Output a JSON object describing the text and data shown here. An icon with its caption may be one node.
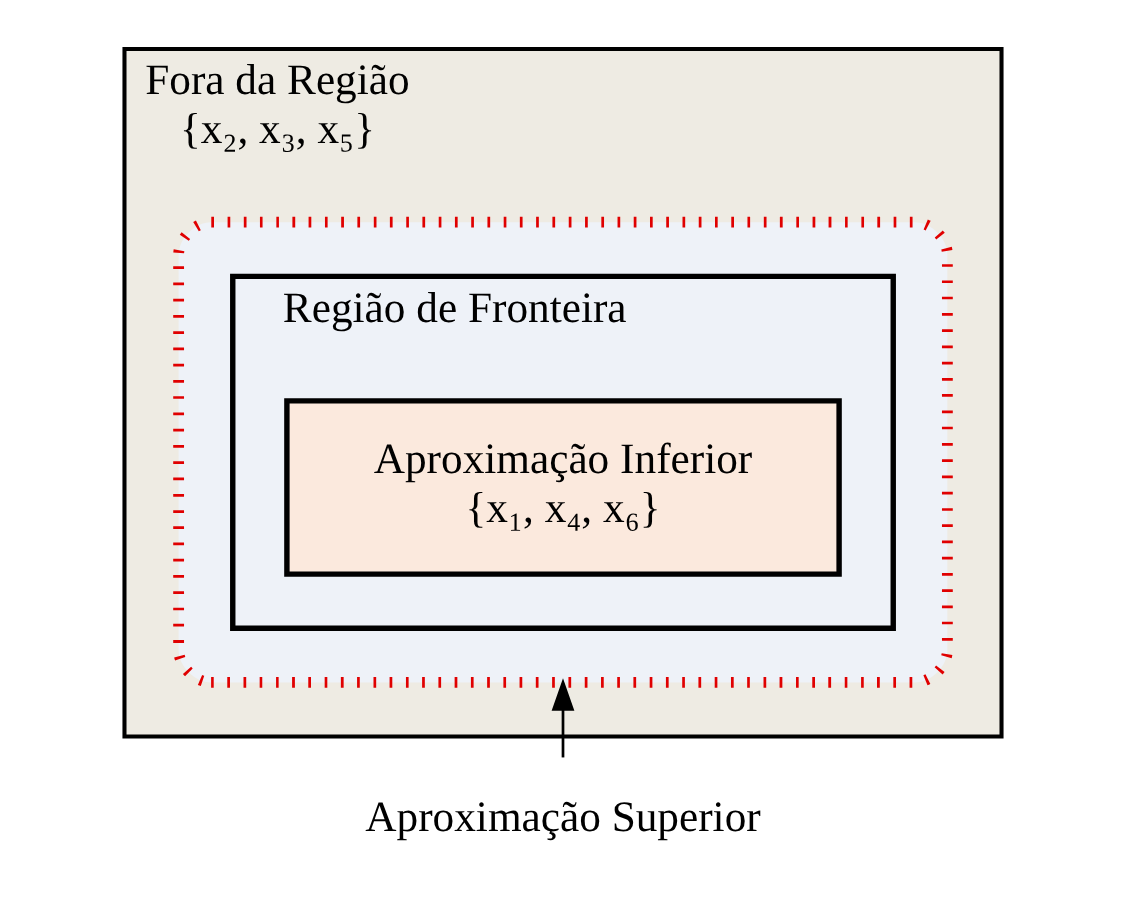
{
  "diagram": {
    "nodes": [
      {
        "text": [
          "Fora da Região",
          "{x₂, x₃, x₅}"
        ]
      },
      {
        "text": [],
        "shape": "box",
        "in": 0
      },
      {
        "text": [
          "Região de Fronteira"
        ],
        "in": 1
      },
      {
        "text": [
          "Aproximação Inferior",
          "{x₁, x₄, x₆}"
        ],
        "in": 2
      },
      {
        "text": [
          "Aproximação Superior"
        ]
      }
    ],
    "edges": [
      {
        "from": 4,
        "to": 1,
        "arrow": "to"
      }
    ]
  }
}
